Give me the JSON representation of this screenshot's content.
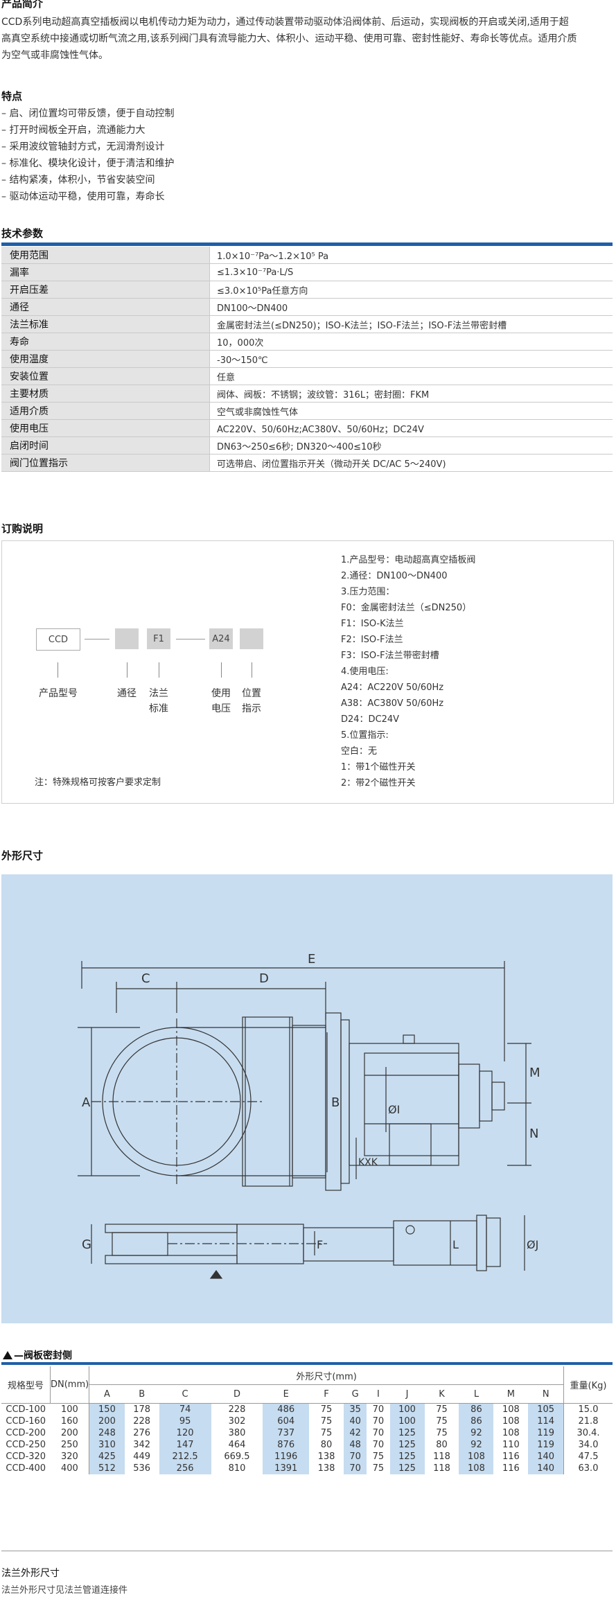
{
  "intro": {
    "heading": "产品简介",
    "lines": [
      "CCD系列电动超高真空插板阀以电机传动力矩为动力，通过传动装置带动驱动体沿阀体前、后运动，实现阀板的开启或关闭,适用于超",
      "高真空系统中接通或切断气流之用,该系列阀门具有流导能力大、体积小、运动平稳、使用可靠、密封性能好、寿命长等优点。适用介质",
      "为空气或非腐蚀性气体。"
    ]
  },
  "features": {
    "heading": "特点",
    "items": [
      "– 启、闭位置均可带反馈，便于自动控制",
      "– 打开时阀板全开启，流通能力大",
      "– 采用波纹管轴封方式，无润滑剂设计",
      "– 标准化、模块化设计，便于清洁和维护",
      "– 结构紧凑，体积小，节省安装空间",
      "– 驱动体运动平稳，使用可靠，寿命长"
    ]
  },
  "specs": {
    "heading": "技术参数",
    "rows": [
      {
        "label": "使用范围",
        "value": "1.0×10⁻⁷Pa～1.2×10⁵ Pa"
      },
      {
        "label": "漏率",
        "value": "≤1.3×10⁻⁷Pa·L/S"
      },
      {
        "label": "开启压差",
        "value": "≤3.0×10⁵Pa任意方向"
      },
      {
        "label": "通径",
        "value": "DN100～DN400"
      },
      {
        "label": "法兰标准",
        "value": "金属密封法兰(≤DN250)；ISO-K法兰；ISO-F法兰；ISO-F法兰带密封槽"
      },
      {
        "label": "寿命",
        "value": "10，000次"
      },
      {
        "label": "使用温度",
        "value": " -30～150℃"
      },
      {
        "label": "安装位置",
        "value": "任意"
      },
      {
        "label": "主要材质",
        "value": "阀体、阀板：不锈钢；波纹管：316L；密封圈：FKM"
      },
      {
        "label": "适用介质",
        "value": "空气或非腐蚀性气体"
      },
      {
        "label": "使用电压",
        "value": "AC220V、50/60Hz;AC380V、50/60Hz；DC24V"
      },
      {
        "label": "启闭时间",
        "value": "DN63～250≤6秒; DN320～400≤10秒"
      },
      {
        "label": "阀门位置指示",
        "value": "可选带启、闭位置指示开关（微动开关 DC/AC 5～240V)"
      }
    ]
  },
  "order": {
    "heading": "订购说明",
    "codes": [
      "CCD",
      "",
      "F1",
      "A24",
      ""
    ],
    "labels": [
      {
        "l1": "产品型号",
        "l2": ""
      },
      {
        "l1": "通径",
        "l2": ""
      },
      {
        "l1": "法兰",
        "l2": "标准"
      },
      {
        "l1": "使用",
        "l2": "电压"
      },
      {
        "l1": "位置",
        "l2": "指示"
      }
    ],
    "note": "注：特殊规格可按客户要求定制",
    "options": [
      "1.产品型号：电动超高真空插板阀",
      "2.通径：DN100～DN400",
      "3.压力范围：",
      "F0：金属密封法兰（≤DN250）",
      "F1：ISO-K法兰",
      "F2：ISO-F法兰",
      "F3：ISO-F法兰带密封槽",
      "4.使用电压:",
      "A24：AC220V 50/60Hz",
      "A38：AC380V 50/60Hz",
      "D24：DC24V",
      "5.位置指示:",
      "空白：无",
      "1：带1个磁性开关",
      "2：带2个磁性开关"
    ]
  },
  "outline": {
    "heading": "外形尺寸",
    "dims": {
      "E": "E",
      "C": "C",
      "D": "D",
      "A": "A",
      "B": "B",
      "M": "M",
      "N": "N",
      "I": "ØI",
      "K": "KXK",
      "G": "G",
      "F": "F",
      "L": "L",
      "J": "ØJ"
    }
  },
  "dim_table": {
    "caption": "—阀板密封侧",
    "header_model": "规格型号",
    "header_dn": "DN(mm)",
    "header_group": "外形尺寸(mm)",
    "header_weight": "重量(Kg)",
    "columns": [
      "A",
      "B",
      "C",
      "D",
      "E",
      "F",
      "G",
      "I",
      "J",
      "K",
      "L",
      "M",
      "N"
    ],
    "rows": [
      [
        "CCD-100",
        "100",
        "150",
        "178",
        "74",
        "228",
        "486",
        "75",
        "35",
        "70",
        "100",
        "75",
        "86",
        "108",
        "105",
        "15.0"
      ],
      [
        "CCD-160",
        "160",
        "200",
        "228",
        "95",
        "302",
        "604",
        "75",
        "40",
        "70",
        "100",
        "75",
        "86",
        "108",
        "114",
        "21.8"
      ],
      [
        "CCD-200",
        "200",
        "248",
        "276",
        "120",
        "380",
        "737",
        "75",
        "42",
        "70",
        "125",
        "75",
        "92",
        "108",
        "119",
        "30.4."
      ],
      [
        "CCD-250",
        "250",
        "310",
        "342",
        "147",
        "464",
        "876",
        "80",
        "48",
        "70",
        "125",
        "80",
        "92",
        "110",
        "119",
        "34.0"
      ],
      [
        "CCD-320",
        "320",
        "425",
        "449",
        "212.5",
        "669.5",
        "1196",
        "138",
        "70",
        "75",
        "125",
        "118",
        "108",
        "116",
        "140",
        "47.5"
      ],
      [
        "CCD-400",
        "400",
        "512",
        "536",
        "256",
        "810",
        "1391",
        "138",
        "70",
        "75",
        "125",
        "118",
        "108",
        "116",
        "140",
        "63.0"
      ]
    ]
  },
  "flange": {
    "heading": "法兰外形尺寸",
    "text": "法兰外形尺寸见法兰管道连接件"
  }
}
